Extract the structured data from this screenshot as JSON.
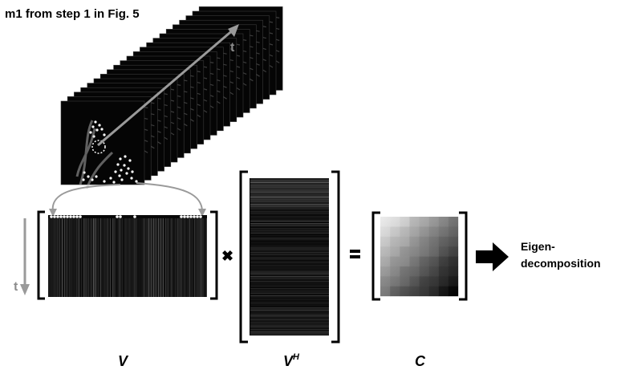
{
  "title": "m1 from step 1 in Fig. 5",
  "stack": {
    "time_label": "t"
  },
  "matrices": {
    "v": {
      "label": "V",
      "time_label": "t"
    },
    "vh": {
      "label": "V",
      "superscript": "H"
    },
    "c": {
      "label": "C"
    }
  },
  "operators": {
    "multiply": "✖",
    "equals": "="
  },
  "result": {
    "line1": "Eigen-",
    "line2": "decomposition"
  },
  "colors": {
    "arrow_gray": "#9a9a9a",
    "frame_dark": "#0a0a0a",
    "dot": "#ffffff"
  }
}
